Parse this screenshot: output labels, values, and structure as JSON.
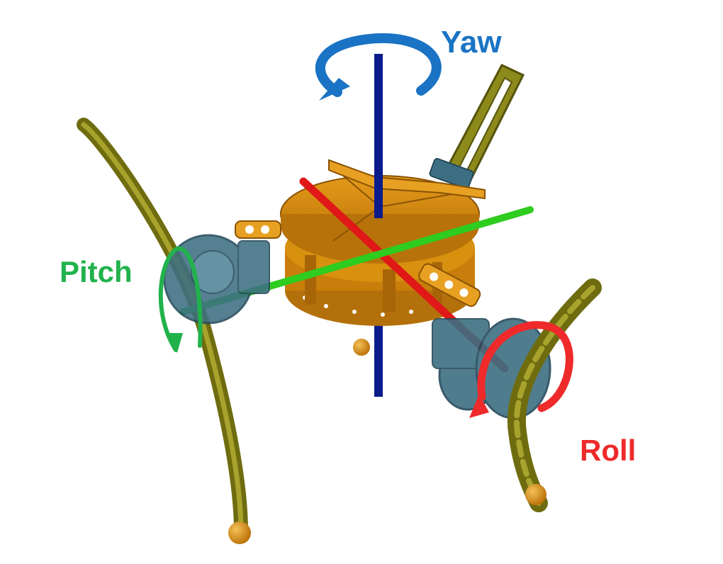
{
  "labels": {
    "yaw": "Yaw",
    "pitch": "Pitch",
    "roll": "Roll"
  },
  "colors": {
    "yaw": "#1a73c4",
    "pitch": "#22b24c",
    "roll": "#ee2a2a",
    "yaw_axis": "#0a1c8c",
    "pitch_axis": "#2ecc1f",
    "roll_axis": "#e01818",
    "body": "#d48a0c",
    "legs": "#7d7a14",
    "joints": "#3d6f82"
  }
}
